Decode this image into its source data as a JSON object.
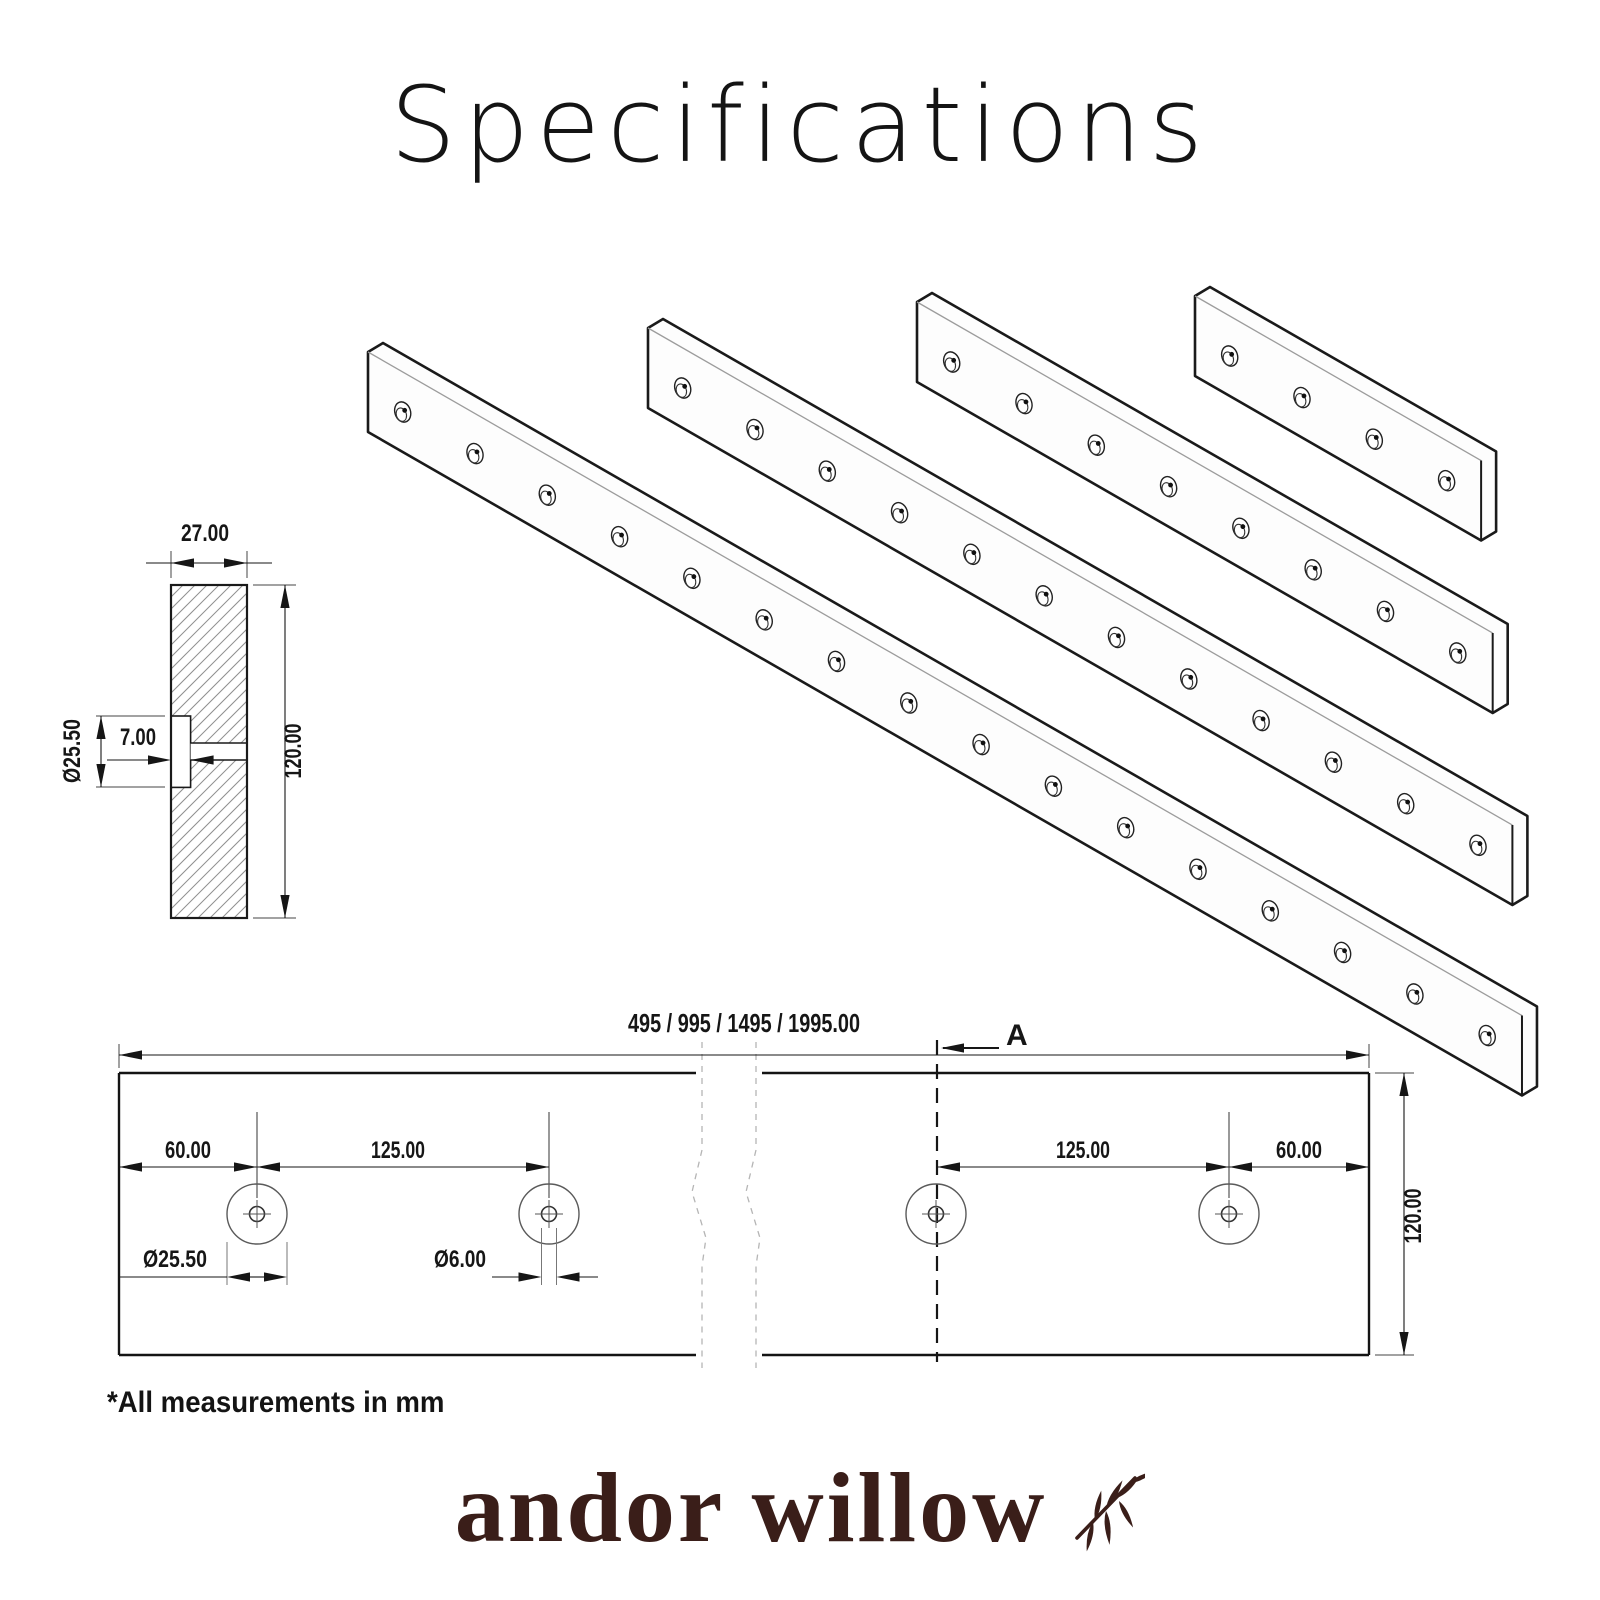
{
  "title": "Specifications",
  "note": "*All measurements in mm",
  "brand": {
    "name": "andor willow",
    "color": "#3a1e19"
  },
  "colors": {
    "line": "#1a1a1a",
    "dim": "#161616",
    "hatch": "#8f8f8f",
    "break_line": "#b5b5b5",
    "plate_face": "#fdfdfd"
  },
  "section_view": {
    "thickness": "27.00",
    "height": "120.00",
    "counterbore_diameter": "Ø25.50",
    "counterbore_depth": "7.00"
  },
  "front_view": {
    "overall_length_options": "495 / 995 / 1495 / 1995.00",
    "left_edge_offset": "60.00",
    "left_hole_pitch": "125.00",
    "counterbore_diameter": "Ø25.50",
    "through_hole_diameter": "Ø6.00",
    "right_hole_pitch": "125.00",
    "right_edge_offset": "60.00",
    "height": "120.00",
    "section_label": "A"
  },
  "iso_plates": {
    "plates": [
      {
        "name": "plate-1995mm",
        "length_mm": 1995,
        "holes": 16
      },
      {
        "name": "plate-1495mm",
        "length_mm": 1495,
        "holes": 12
      },
      {
        "name": "plate-995mm",
        "length_mm": 995,
        "holes": 8
      },
      {
        "name": "plate-495mm",
        "length_mm": 495,
        "holes": 4
      }
    ]
  }
}
